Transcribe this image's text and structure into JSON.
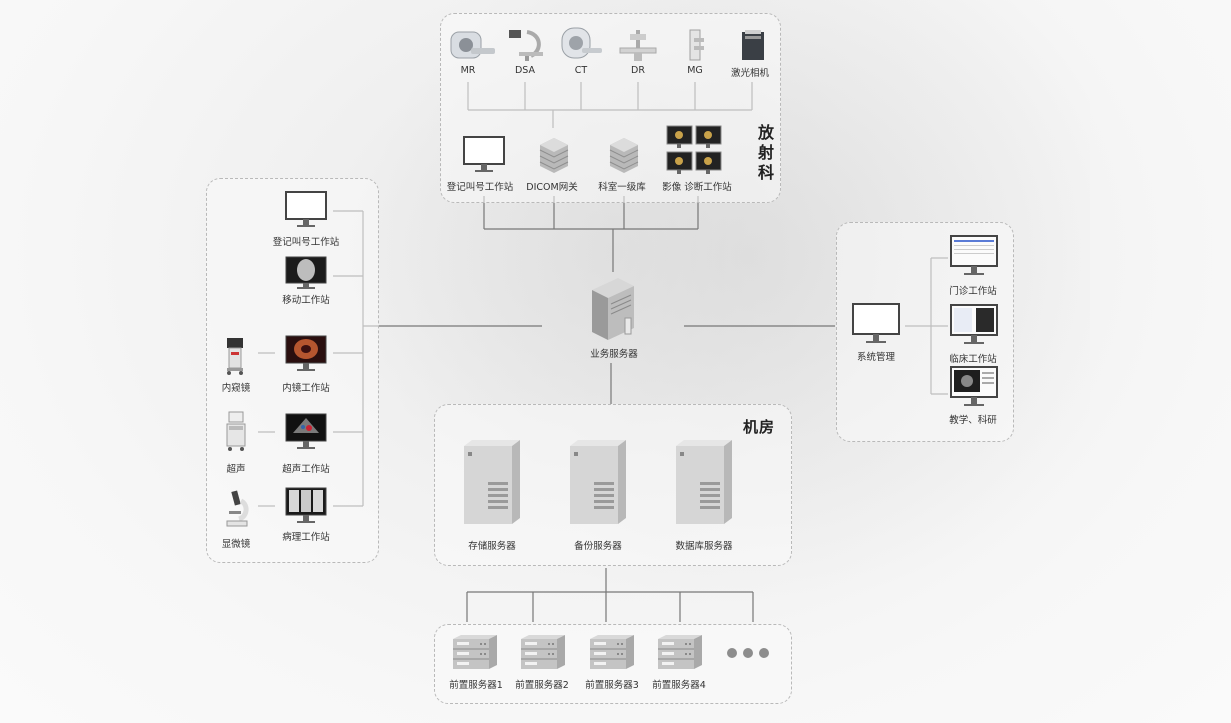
{
  "radiology": {
    "title": "放射科",
    "modalities": [
      "MR",
      "DSA",
      "CT",
      "DR",
      "MG",
      "激光相机"
    ],
    "workstations": [
      "登记叫号工作站",
      "DICOM网关",
      "科室一级库",
      "影像 诊断工作站"
    ]
  },
  "left_panel": {
    "workstations": [
      "登记叫号工作站",
      "移动工作站",
      "内镜工作站",
      "超声工作站",
      "病理工作站"
    ],
    "devices": [
      "内窥镜",
      "超声",
      "显微镜"
    ]
  },
  "center": {
    "business_server": "业务服务器"
  },
  "right_panel": {
    "system": "系统管理",
    "workstations": [
      "门诊工作站",
      "临床工作站",
      "教学、科研"
    ]
  },
  "machine_room": {
    "title": "机房",
    "servers": [
      "存储服务器",
      "备份服务器",
      "数据库服务器"
    ]
  },
  "front_servers": [
    "前置服务器1",
    "前置服务器2",
    "前置服务器3",
    "前置服务器4"
  ]
}
